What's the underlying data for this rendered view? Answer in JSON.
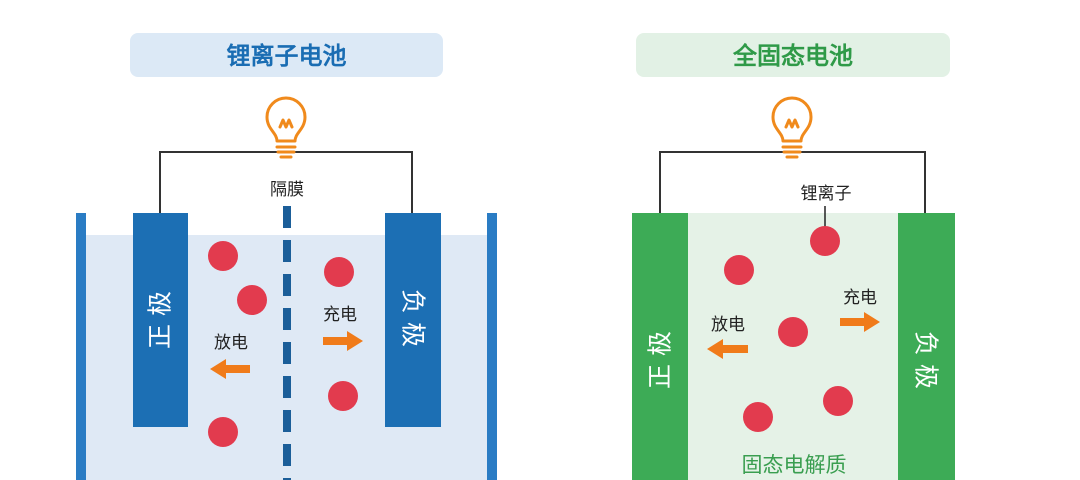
{
  "lithium_ion_battery": {
    "title": "锂离子电池",
    "separator_label": "隔膜",
    "positive_electrode": "正极",
    "negative_electrode": "负极",
    "discharge_label": "放电",
    "charge_label": "充电"
  },
  "solid_state_battery": {
    "title": "全固态电池",
    "lithium_ion_label": "锂离子",
    "positive_electrode": "正极",
    "negative_electrode": "负极",
    "discharge_label": "放电",
    "charge_label": "充电",
    "electrolyte_label": "固态电解质"
  },
  "colors": {
    "li_title_bg": "#dce9f6",
    "li_title_text": "#1a6db3",
    "li_accent": "#1c6fb4",
    "li_wall": "#2a7cc4",
    "li_electrolyte": "#dfe9f5",
    "li_separator": "#1b5e99",
    "ss_title_bg": "#e2f1e5",
    "ss_title_text": "#2f9a48",
    "ss_accent": "#3dab56",
    "ss_electrolyte": "#e5f2e7",
    "ss_electrolyte_text": "#3a9e50",
    "ion": "#e23b4e",
    "arrow": "#f07b1a",
    "bulb": "#f08a1c"
  },
  "icons": {
    "load": "lightbulb-icon",
    "direction": "arrow-icon"
  }
}
